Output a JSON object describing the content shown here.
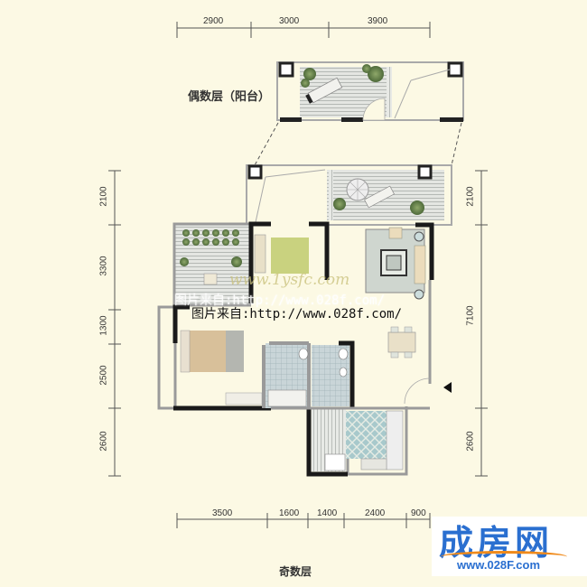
{
  "plan": {
    "background": "#fcf9e4",
    "wall_color": "#1a1a1a",
    "outline_color": "#9a9a9a"
  },
  "top_dimensions": {
    "values": [
      "2900",
      "3000",
      "3900"
    ]
  },
  "left_dimensions": {
    "values": [
      "2100",
      "3300",
      "1300",
      "2500",
      "2600"
    ]
  },
  "right_dimensions": {
    "values": [
      "2100",
      "7100",
      "2600"
    ]
  },
  "bottom_dimensions": {
    "values": [
      "3500",
      "1600",
      "1400",
      "2400",
      "900"
    ]
  },
  "labels": {
    "even_floor": "偶数层（阳台）",
    "odd_floor": "奇数层"
  },
  "watermarks": {
    "source_overlay": "图片来自:http://www.028f.com/",
    "source_main": "图片来自:http://www.028f.com/",
    "italic": "www.1ysfc.com"
  },
  "logo": {
    "name": "成房网",
    "url": "www.028F.com",
    "primary_color": "#2a6fd0",
    "accent_color": "#f08a1a"
  },
  "entrance": {
    "icon": "entrance-arrow-icon"
  }
}
